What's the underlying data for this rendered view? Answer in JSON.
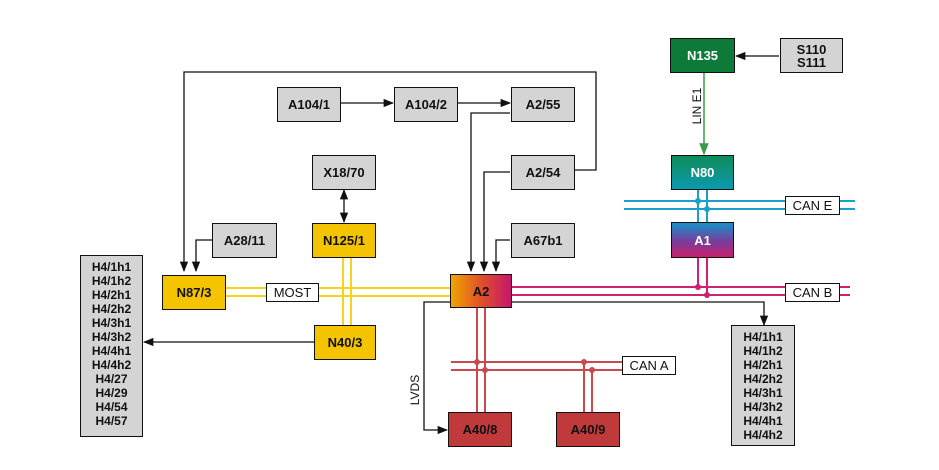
{
  "nodes": {
    "n135": "N135",
    "s110_s111": [
      "S110",
      "S111"
    ],
    "a104_1": "A104/1",
    "a104_2": "A104/2",
    "a2_55": "A2/55",
    "a2_54": "A2/54",
    "x18_70": "X18/70",
    "n125_1": "N125/1",
    "a28_11": "A28/11",
    "a67b1": "A67b1",
    "n87_3": "N87/3",
    "n40_3": "N40/3",
    "a2": "A2",
    "n80": "N80",
    "a1": "A1",
    "a40_8": "A40/8",
    "a40_9": "A40/9"
  },
  "bus_labels": {
    "most": "MOST",
    "can_e": "CAN E",
    "can_b": "CAN B",
    "can_a": "CAN A",
    "lin_e1": "LIN E1",
    "lvds": "LVDS"
  },
  "lists": {
    "left": [
      "H4/1h1",
      "H4/1h2",
      "H4/2h1",
      "H4/2h2",
      "H4/3h1",
      "H4/3h2",
      "H4/4h1",
      "H4/4h2",
      "H4/27",
      "H4/29",
      "H4/54",
      "H4/57"
    ],
    "right": [
      "H4/1h1",
      "H4/1h2",
      "H4/2h1",
      "H4/2h2",
      "H4/3h1",
      "H4/3h2",
      "H4/4h1",
      "H4/4h2"
    ]
  },
  "colors": {
    "most_bus": "#f5d41a",
    "can_e_bus": "#1aa0c8",
    "can_b_bus": "#d0206e",
    "can_a_bus": "#c84a4a",
    "lin_bus": "#3a9a4a",
    "node_gray": "#d4d4d4",
    "node_yellow": "#f5c400",
    "node_red": "#c0393b",
    "node_green": "#0e7a3a"
  }
}
